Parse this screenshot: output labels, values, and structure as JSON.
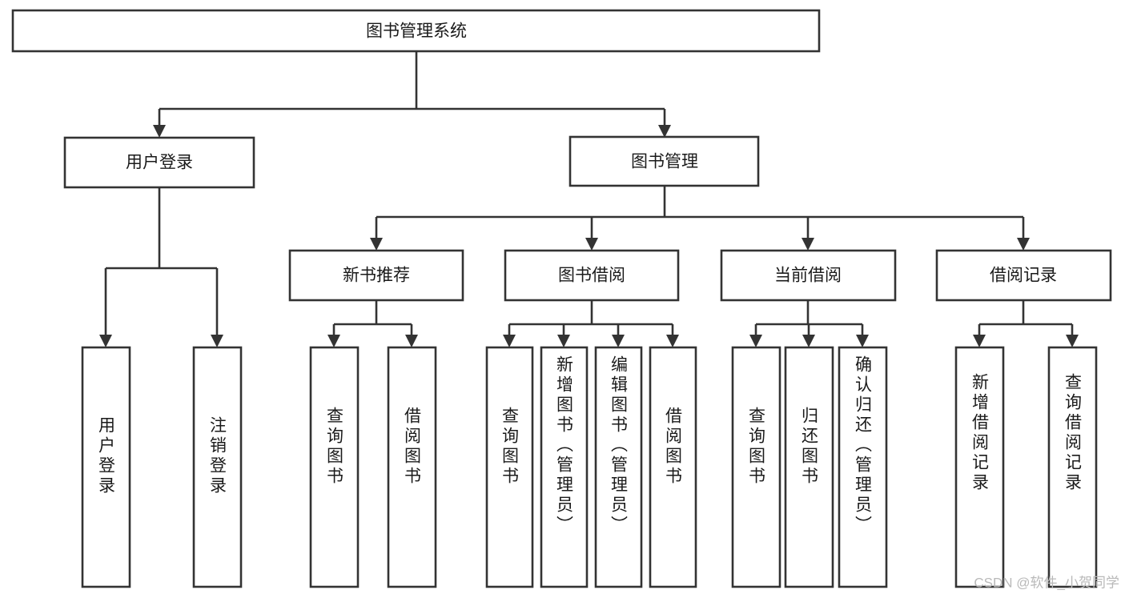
{
  "diagram": {
    "title": "图书管理系统",
    "type": "tree",
    "watermark": "CSDN @软件_小贺同学",
    "colors": {
      "box_stroke": "#333333",
      "box_fill": "#ffffff",
      "connector": "#333333",
      "text": "#1a1a1a",
      "watermark": "#b9b9b9",
      "background": "#ffffff"
    },
    "root": {
      "label": "图书管理系统"
    },
    "level1": [
      {
        "label": "用户登录"
      },
      {
        "label": "图书管理"
      }
    ],
    "level2": [
      {
        "label": "新书推荐"
      },
      {
        "label": "图书借阅"
      },
      {
        "label": "当前借阅"
      },
      {
        "label": "借阅记录"
      }
    ],
    "leaves": {
      "user_login": [
        {
          "label": "用户登录"
        },
        {
          "label": "注销登录"
        }
      ],
      "new_book_recommend": [
        {
          "label": "查询图书"
        },
        {
          "label": "借阅图书"
        }
      ],
      "book_borrow": [
        {
          "label": "查询图书"
        },
        {
          "label": "新增图书（管理员）"
        },
        {
          "label": "编辑图书（管理员）"
        },
        {
          "label": "借阅图书"
        }
      ],
      "current_borrow": [
        {
          "label": "查询图书"
        },
        {
          "label": "归还图书"
        },
        {
          "label": "确认归还（管理员）"
        }
      ],
      "borrow_record": [
        {
          "label": "新增借阅记录"
        },
        {
          "label": "查询借阅记录"
        }
      ]
    }
  }
}
